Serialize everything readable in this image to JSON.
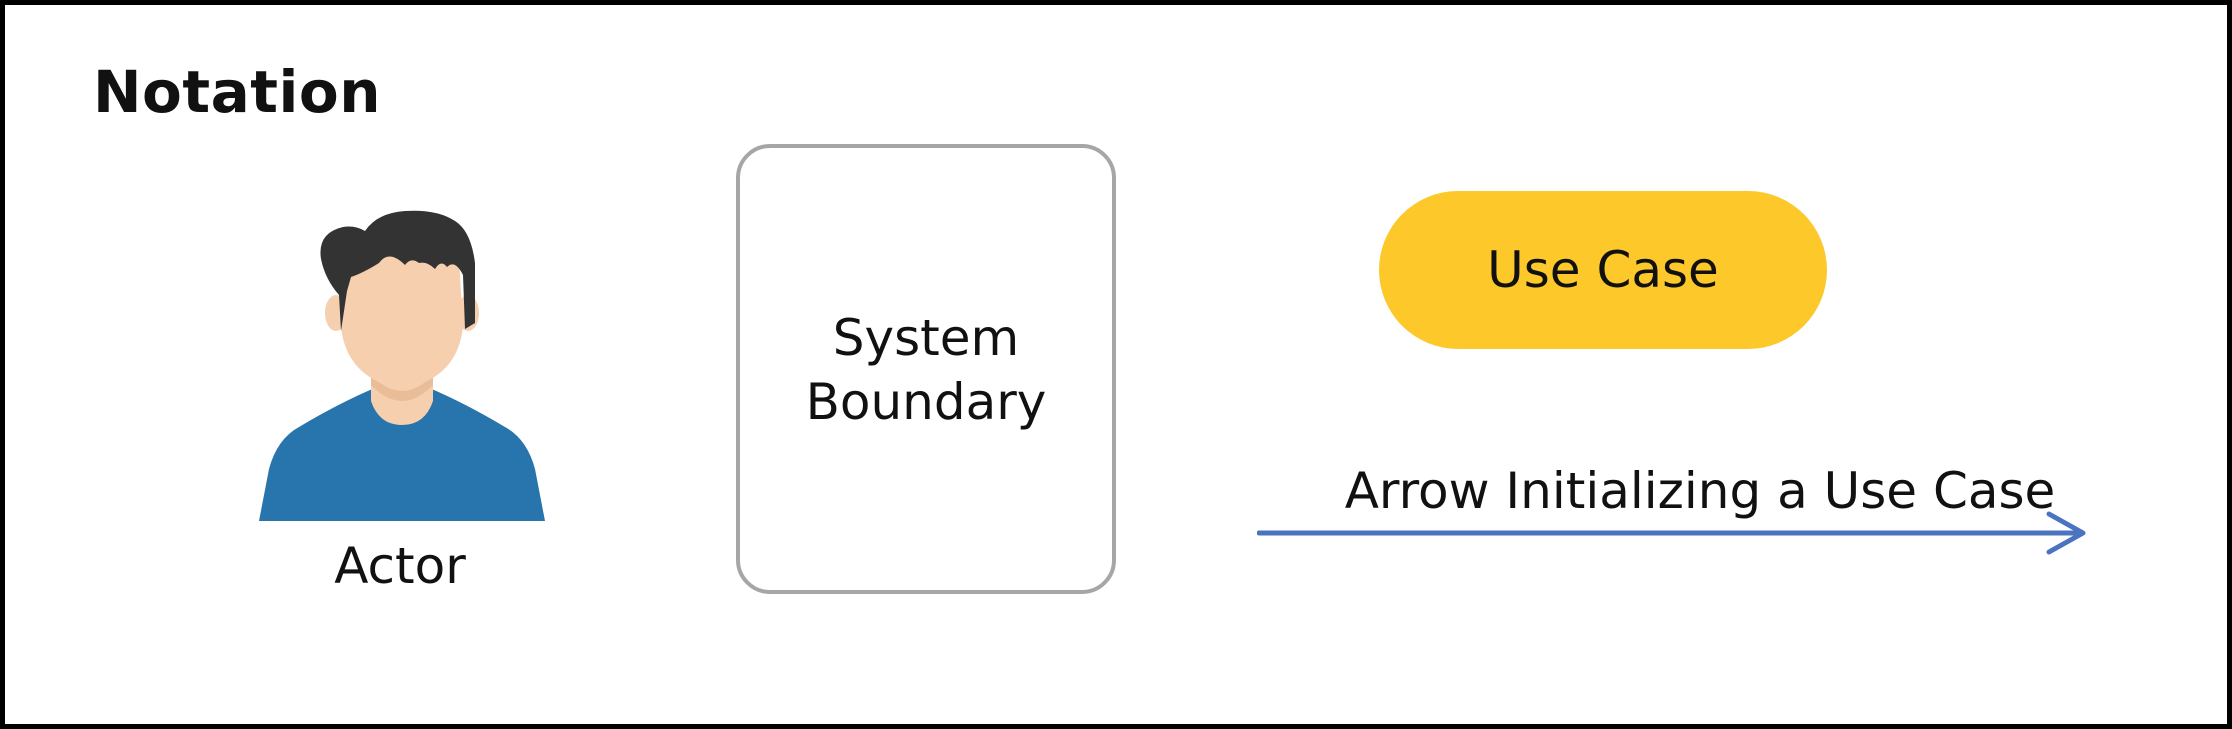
{
  "title": "Notation",
  "actor": {
    "label": "Actor",
    "icon": "person-icon"
  },
  "boundary": {
    "label_line1": "System",
    "label_line2": "Boundary"
  },
  "use_case": {
    "label": "Use Case"
  },
  "arrow": {
    "label": "Arrow Initializing a Use Case",
    "icon": "arrow-right-icon"
  },
  "colors": {
    "frame": "#000000",
    "hair": "#333333",
    "skin": "#f5cfae",
    "neck": "#e8bd98",
    "shirt": "#2775ac",
    "boundary_border": "#a6a6a6",
    "use_case_fill": "#fcc82a",
    "arrow": "#4a73c0"
  }
}
